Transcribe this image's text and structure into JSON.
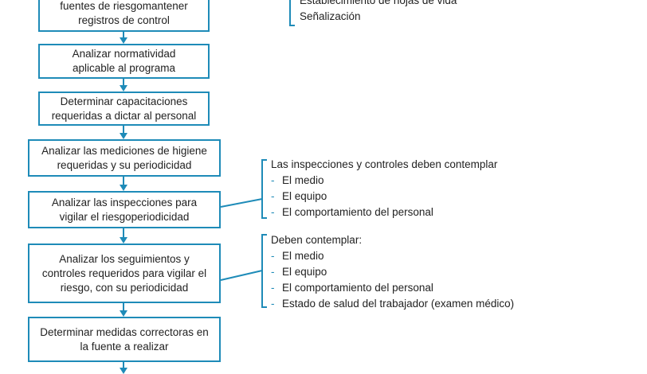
{
  "colors": {
    "accent": "#1e8bb8",
    "text": "#222222"
  },
  "flow": {
    "boxes": [
      {
        "lines": [
          "fuentes de riesgomantener",
          "registros de control"
        ]
      },
      {
        "lines": [
          "Analizar normatividad",
          "aplicable al programa"
        ]
      },
      {
        "lines": [
          "Determinar capacitaciones",
          "requeridas a dictar al personal"
        ]
      },
      {
        "lines": [
          "Analizar las mediciones de higiene",
          "requeridas y su periodicidad"
        ]
      },
      {
        "lines": [
          "Analizar las inspecciones para",
          "vigilar el riesgoperiodicidad"
        ]
      },
      {
        "lines": [
          "Analizar los seguimientos y",
          "controles requeridos para vigilar el",
          "riesgo, con su periodicidad"
        ]
      },
      {
        "lines": [
          "Determinar medidas correctoras en",
          "la fuente a realizar"
        ]
      }
    ]
  },
  "notes": {
    "top": {
      "items": [
        "Establecimiento de hojas de vida",
        "Señalización"
      ]
    },
    "inspections": {
      "heading": "Las inspecciones y controles deben contemplar",
      "items": [
        "El medio",
        "El equipo",
        "El comportamiento del personal"
      ]
    },
    "follow_ups": {
      "heading": "Deben contemplar:",
      "items": [
        "El medio",
        "El equipo",
        "El comportamiento del personal",
        "Estado de salud del trabajador (examen médico)"
      ]
    }
  }
}
